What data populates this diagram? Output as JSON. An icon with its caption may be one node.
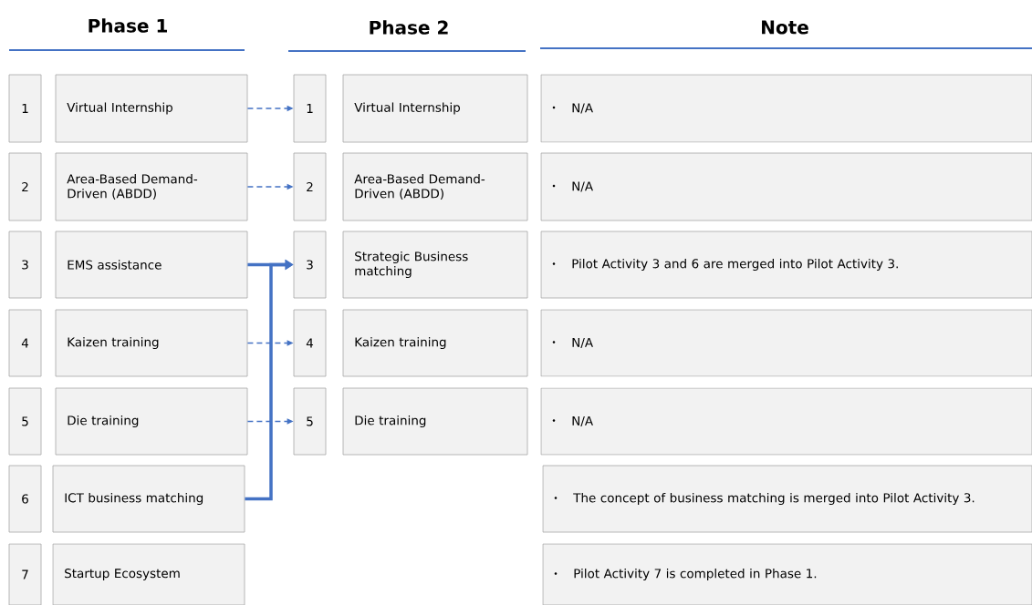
{
  "diagram": {
    "nodes": [
      {
        "text": [
          "1"
        ]
      },
      {
        "text": [
          "Virtual Internship"
        ]
      },
      {
        "text": [
          "1"
        ]
      },
      {
        "text": [
          "Virtual Internship"
        ]
      },
      {
        "text": [
          "N/A"
        ]
      },
      {
        "text": [
          "2"
        ]
      },
      {
        "text": [
          "Area-Based Demand-Driven (ABDD)"
        ]
      },
      {
        "text": [
          "2"
        ]
      },
      {
        "text": [
          "Area-Based Demand-Driven (ABDD)"
        ]
      },
      {
        "text": [
          "N/A"
        ]
      },
      {
        "text": [
          "3"
        ]
      },
      {
        "text": [
          "EMS assistance"
        ]
      },
      {
        "text": [
          "3"
        ]
      },
      {
        "text": [
          "Strategic Business matching"
        ]
      },
      {
        "text": [
          "Pilot Activity 3 and 6 are merged into Pilot Activity 3."
        ]
      },
      {
        "text": [
          "4"
        ]
      },
      {
        "text": [
          "Kaizen training"
        ]
      },
      {
        "text": [
          "4"
        ]
      },
      {
        "text": [
          "Kaizen training"
        ]
      },
      {
        "text": [
          "N/A"
        ]
      },
      {
        "text": [
          "5"
        ]
      },
      {
        "text": [
          "Die training"
        ]
      },
      {
        "text": [
          "5"
        ]
      },
      {
        "text": [
          "Die training"
        ]
      },
      {
        "text": [
          "N/A"
        ]
      },
      {
        "text": [
          "6"
        ]
      },
      {
        "text": [
          "ICT business matching"
        ]
      },
      {
        "text": [
          "The concept of business matching is merged into Pilot Activity 3."
        ]
      },
      {
        "text": [
          "7"
        ]
      },
      {
        "text": [
          "Startup Ecosystem"
        ]
      },
      {
        "text": [
          "Pilot Activity 7 is completed in Phase 1."
        ]
      }
    ],
    "edges": [
      {
        "from": 1,
        "to": 2,
        "arrow": "to",
        "style": "dashed"
      },
      {
        "from": 6,
        "to": 7,
        "arrow": "to",
        "style": "dashed"
      },
      {
        "from": 11,
        "to": 12,
        "arrow": "to",
        "style": "thick"
      },
      {
        "from": 16,
        "to": 17,
        "arrow": "to",
        "style": "dashed"
      },
      {
        "from": 21,
        "to": 22,
        "arrow": "to",
        "style": "dashed"
      },
      {
        "from": 26,
        "to": 12,
        "arrow": "to",
        "style": "thick"
      }
    ],
    "labels": [
      "Phase 1",
      "Phase 2",
      "Note"
    ]
  }
}
